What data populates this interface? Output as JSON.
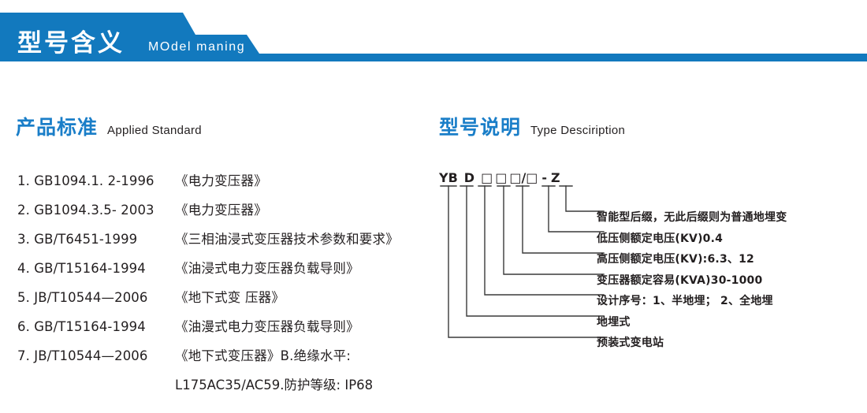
{
  "colors": {
    "brand_blue": "#1279be",
    "heading_blue": "#1a7ec8",
    "text_dark": "#231f20",
    "line_dark": "#3a3a3a"
  },
  "banner": {
    "title": "型号含义",
    "subtitle": "MOdel maning"
  },
  "sections": {
    "left": {
      "cn": "产品标准",
      "en": "Applied Standard"
    },
    "right": {
      "cn": "型号说明",
      "en": "Type Desciription"
    }
  },
  "standards": [
    {
      "code": "1. GB1094.1. 2-1996",
      "title": "《电力变压器》"
    },
    {
      "code": "2. GB1094.3.5- 2003",
      "title": "《电力变压器》"
    },
    {
      "code": "3. GB/T6451-1999",
      "title": "《三相油浸式变压器技术参数和要求》"
    },
    {
      "code": "4. GB/T15164-1994",
      "title": "《油浸式电力变压器负载导则》"
    },
    {
      "code": "5. JB/T10544—2006",
      "title": "《地下式变 压器》"
    },
    {
      "code": "6. GB/T15164-1994",
      "title": "《油漫式电力变压器负载导则》"
    },
    {
      "code": "7. JB/T10544—2006",
      "title": "《地下式变压器》B.绝缘水平:"
    }
  ],
  "standards_continuation": "L175AC35/AC59.防护等级: IP68",
  "model": {
    "code_parts": [
      "YB",
      "D",
      "□",
      "□",
      "□",
      "/",
      "□",
      "-",
      "Z"
    ],
    "code_string": "YB D □□□/□ - Z",
    "legend": [
      "智能型后缀，无此后缀则为普通地埋变",
      "低压侧额定电压(KV)0.4",
      "高压侧额定电压(KV):6.3、12",
      "变压器额定容易(KVA)30-1000",
      "设计序号：1、半地埋； 2、全地埋",
      "地埋式",
      "预装式变电站"
    ]
  }
}
